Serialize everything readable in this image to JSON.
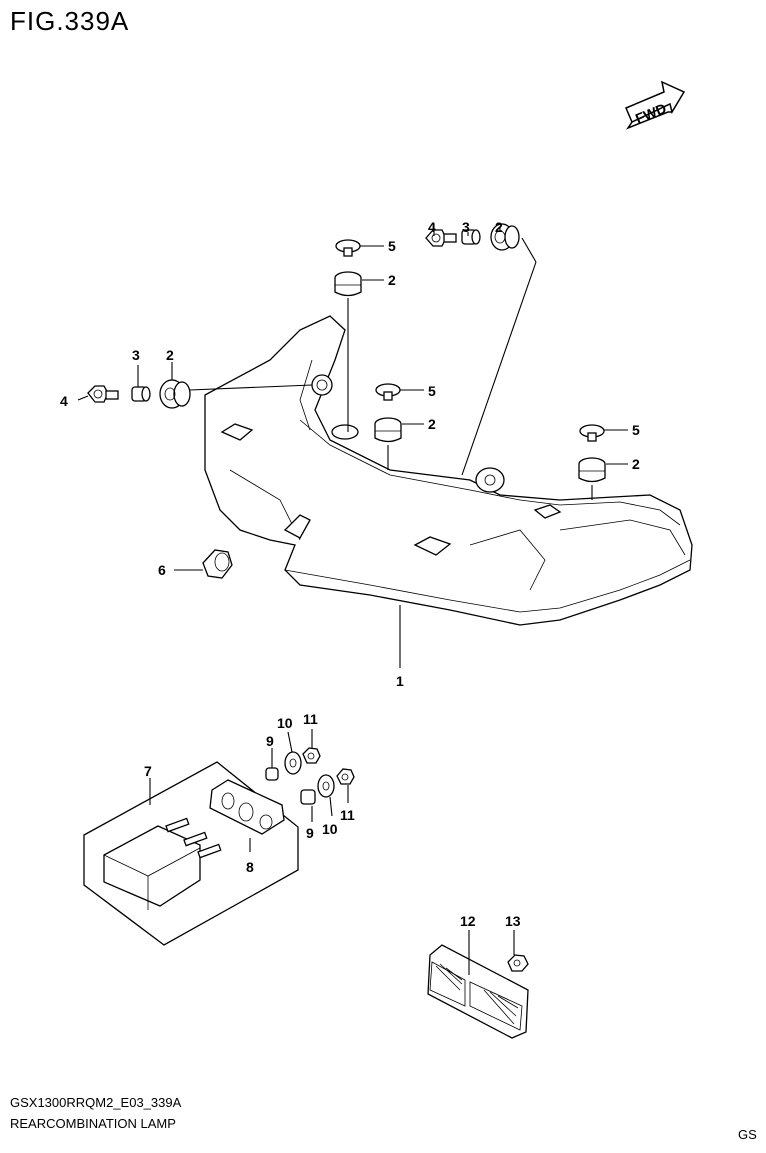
{
  "header": {
    "figure_title": "FIG.339A"
  },
  "fwd_badge": {
    "label": "FWD"
  },
  "callouts": [
    {
      "id": "c1",
      "label": "1"
    },
    {
      "id": "c2a",
      "label": "2"
    },
    {
      "id": "c2b",
      "label": "2"
    },
    {
      "id": "c2c",
      "label": "2"
    },
    {
      "id": "c2d",
      "label": "2"
    },
    {
      "id": "c2e",
      "label": "2"
    },
    {
      "id": "c3a",
      "label": "3"
    },
    {
      "id": "c3b",
      "label": "3"
    },
    {
      "id": "c4a",
      "label": "4"
    },
    {
      "id": "c4b",
      "label": "4"
    },
    {
      "id": "c5a",
      "label": "5"
    },
    {
      "id": "c5b",
      "label": "5"
    },
    {
      "id": "c5c",
      "label": "5"
    },
    {
      "id": "c6",
      "label": "6"
    },
    {
      "id": "c7",
      "label": "7"
    },
    {
      "id": "c8",
      "label": "8"
    },
    {
      "id": "c9a",
      "label": "9"
    },
    {
      "id": "c9b",
      "label": "9"
    },
    {
      "id": "c10a",
      "label": "10"
    },
    {
      "id": "c10b",
      "label": "10"
    },
    {
      "id": "c11a",
      "label": "11"
    },
    {
      "id": "c11b",
      "label": "11"
    },
    {
      "id": "c12",
      "label": "12"
    },
    {
      "id": "c13",
      "label": "13"
    }
  ],
  "footer": {
    "model_code": "GSX1300RRQM2_E03_339A",
    "section_name": "REARCOMBINATION LAMP",
    "market_tag": "GS"
  }
}
